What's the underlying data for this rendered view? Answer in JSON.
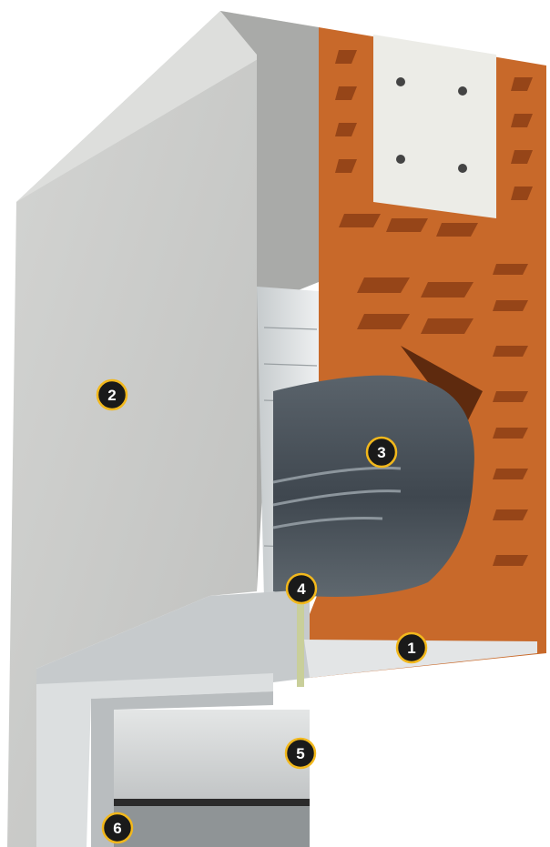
{
  "colors": {
    "background": "#ffffff",
    "plaster_front": "#c9cac8",
    "plaster_side": "#a8a9a7",
    "plaster_top": "#d9dad8",
    "brick": "#c8692a",
    "brick_dark": "#8e3f15",
    "insulation_panel": "#ebebe6",
    "roller_shutter": "#4d555d",
    "roller_shutter_light": "#6b747c",
    "aluminium": "#d7dbdd",
    "frame": "#c4c8ca",
    "badge_fill": "#1a1a1a",
    "badge_ring": "#f2b81c",
    "badge_text": "#ffffff"
  },
  "callouts": [
    {
      "id": "callout-1",
      "label": "1"
    },
    {
      "id": "callout-2",
      "label": "2"
    },
    {
      "id": "callout-3",
      "label": "3"
    },
    {
      "id": "callout-4",
      "label": "4"
    },
    {
      "id": "callout-5",
      "label": "5"
    },
    {
      "id": "callout-6",
      "label": "6"
    }
  ]
}
